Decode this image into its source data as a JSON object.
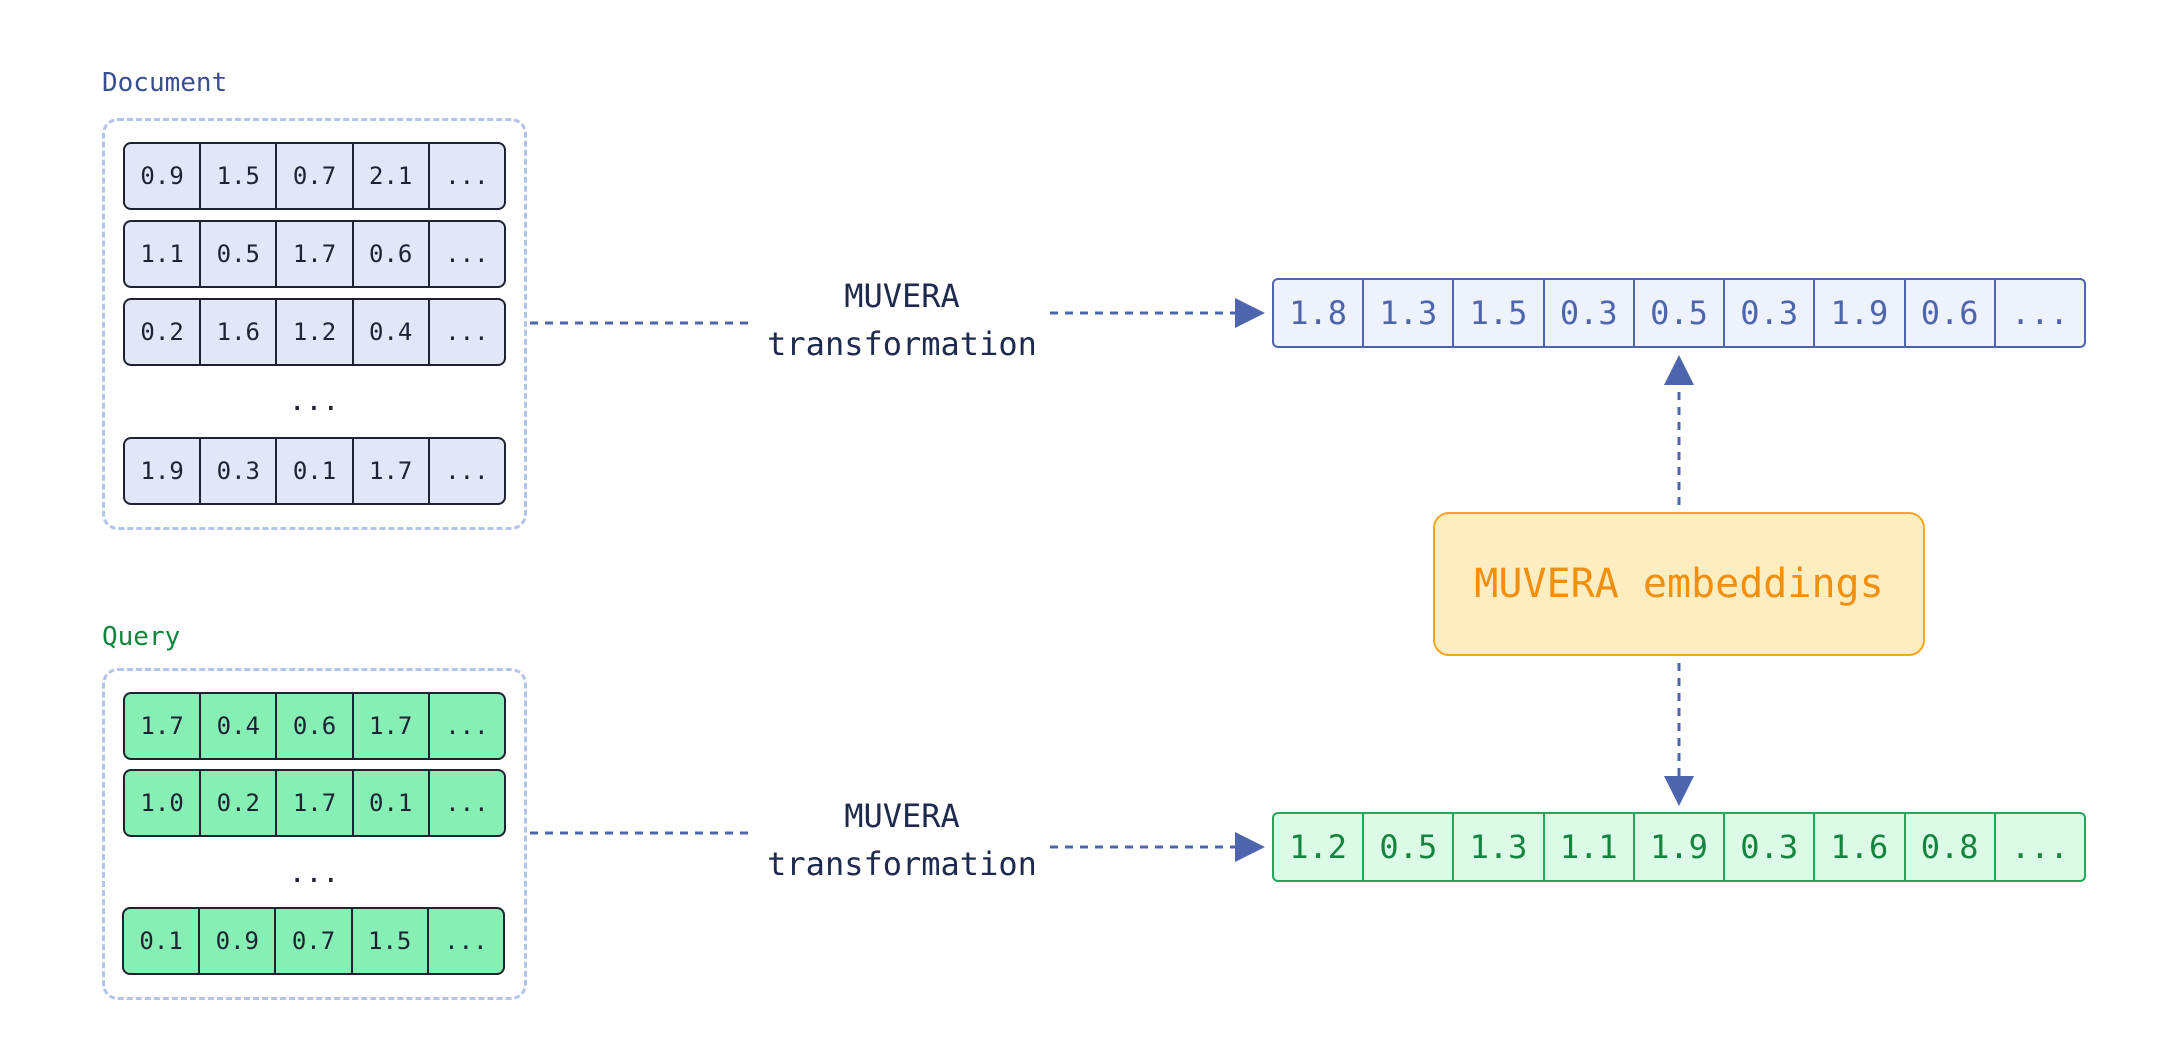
{
  "document": {
    "title": "Document",
    "rows": [
      [
        "0.9",
        "1.5",
        "0.7",
        "2.1",
        "..."
      ],
      [
        "1.1",
        "0.5",
        "1.7",
        "0.6",
        "..."
      ],
      [
        "0.2",
        "1.6",
        "1.2",
        "0.4",
        "..."
      ],
      [
        "1.9",
        "0.3",
        "0.1",
        "1.7",
        "..."
      ]
    ],
    "ellipsis": "...",
    "transform_label_line1": "MUVERA",
    "transform_label_line2": "transformation",
    "output": [
      "1.8",
      "1.3",
      "1.5",
      "0.3",
      "0.5",
      "0.3",
      "1.9",
      "0.6",
      "..."
    ]
  },
  "query": {
    "title": "Query",
    "rows": [
      [
        "1.7",
        "0.4",
        "0.6",
        "1.7",
        "..."
      ],
      [
        "1.0",
        "0.2",
        "1.7",
        "0.1",
        "..."
      ],
      [
        "0.1",
        "0.9",
        "0.7",
        "1.5",
        "..."
      ]
    ],
    "ellipsis": "...",
    "transform_label_line1": "MUVERA",
    "transform_label_line2": "transformation",
    "output": [
      "1.2",
      "0.5",
      "1.3",
      "1.1",
      "1.9",
      "0.3",
      "1.6",
      "0.8",
      "..."
    ]
  },
  "embeddings_label": "MUVERA embeddings",
  "colors": {
    "doc_accent": "#4d65ad",
    "query_accent": "#22a85a",
    "embed_accent": "#f5a524",
    "dashed_group": "#b4c3ea"
  }
}
